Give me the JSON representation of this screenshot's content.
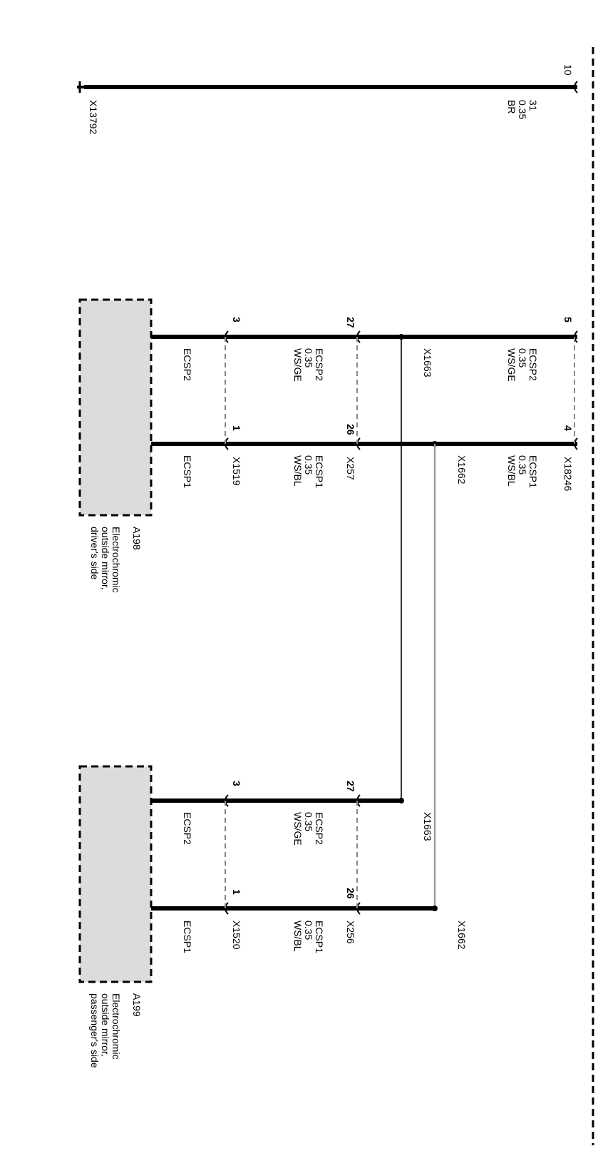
{
  "ground_terminal": {
    "pin": "10",
    "wire_no": "31",
    "size": "0.35",
    "color": "BR",
    "ground_point": "X13792"
  },
  "connector_X18246": {
    "name": "X18246",
    "pin_ecsp2": "5",
    "pin_ecsp1": "4",
    "ecsp2": {
      "signal": "ECSP2",
      "size": "0.35",
      "color": "WS/GE"
    },
    "ecsp1": {
      "signal": "ECSP1",
      "size": "0.35",
      "color": "WS/BL"
    }
  },
  "splices": {
    "ecsp2": "X1663",
    "ecsp1": "X1662"
  },
  "driver": {
    "inline_connector": "X257",
    "pin_ecsp2": "27",
    "pin_ecsp1": "26",
    "ecsp2": {
      "signal": "ECSP2",
      "size": "0.35",
      "color": "WS/GE"
    },
    "ecsp1": {
      "signal": "ECSP1",
      "size": "0.35",
      "color": "WS/BL"
    },
    "mirror_connector": "X1519",
    "mirror_pin_ecsp2": "3",
    "mirror_pin_ecsp1": "1",
    "mirror_label_ecsp2": "ECSP2",
    "mirror_label_ecsp1": "ECSP1",
    "component_id": "A198",
    "component_desc": [
      "Electrochromic",
      "outside mirror,",
      "driver's side"
    ],
    "splice_ecsp2": "X1663",
    "splice_ecsp1": "X1662"
  },
  "passenger": {
    "inline_connector": "X256",
    "pin_ecsp2": "27",
    "pin_ecsp1": "26",
    "ecsp2": {
      "signal": "ECSP2",
      "size": "0.35",
      "color": "WS/GE"
    },
    "ecsp1": {
      "signal": "ECSP1",
      "size": "0.35",
      "color": "WS/BL"
    },
    "mirror_connector": "X1520",
    "mirror_pin_ecsp2": "3",
    "mirror_pin_ecsp1": "1",
    "mirror_label_ecsp2": "ECSP2",
    "mirror_label_ecsp1": "ECSP1",
    "component_id": "A199",
    "component_desc": [
      "Electrochromic",
      "outside mirror,",
      "passenger's side"
    ],
    "splice_ecsp2": "X1663",
    "splice_ecsp1": "X1662"
  }
}
